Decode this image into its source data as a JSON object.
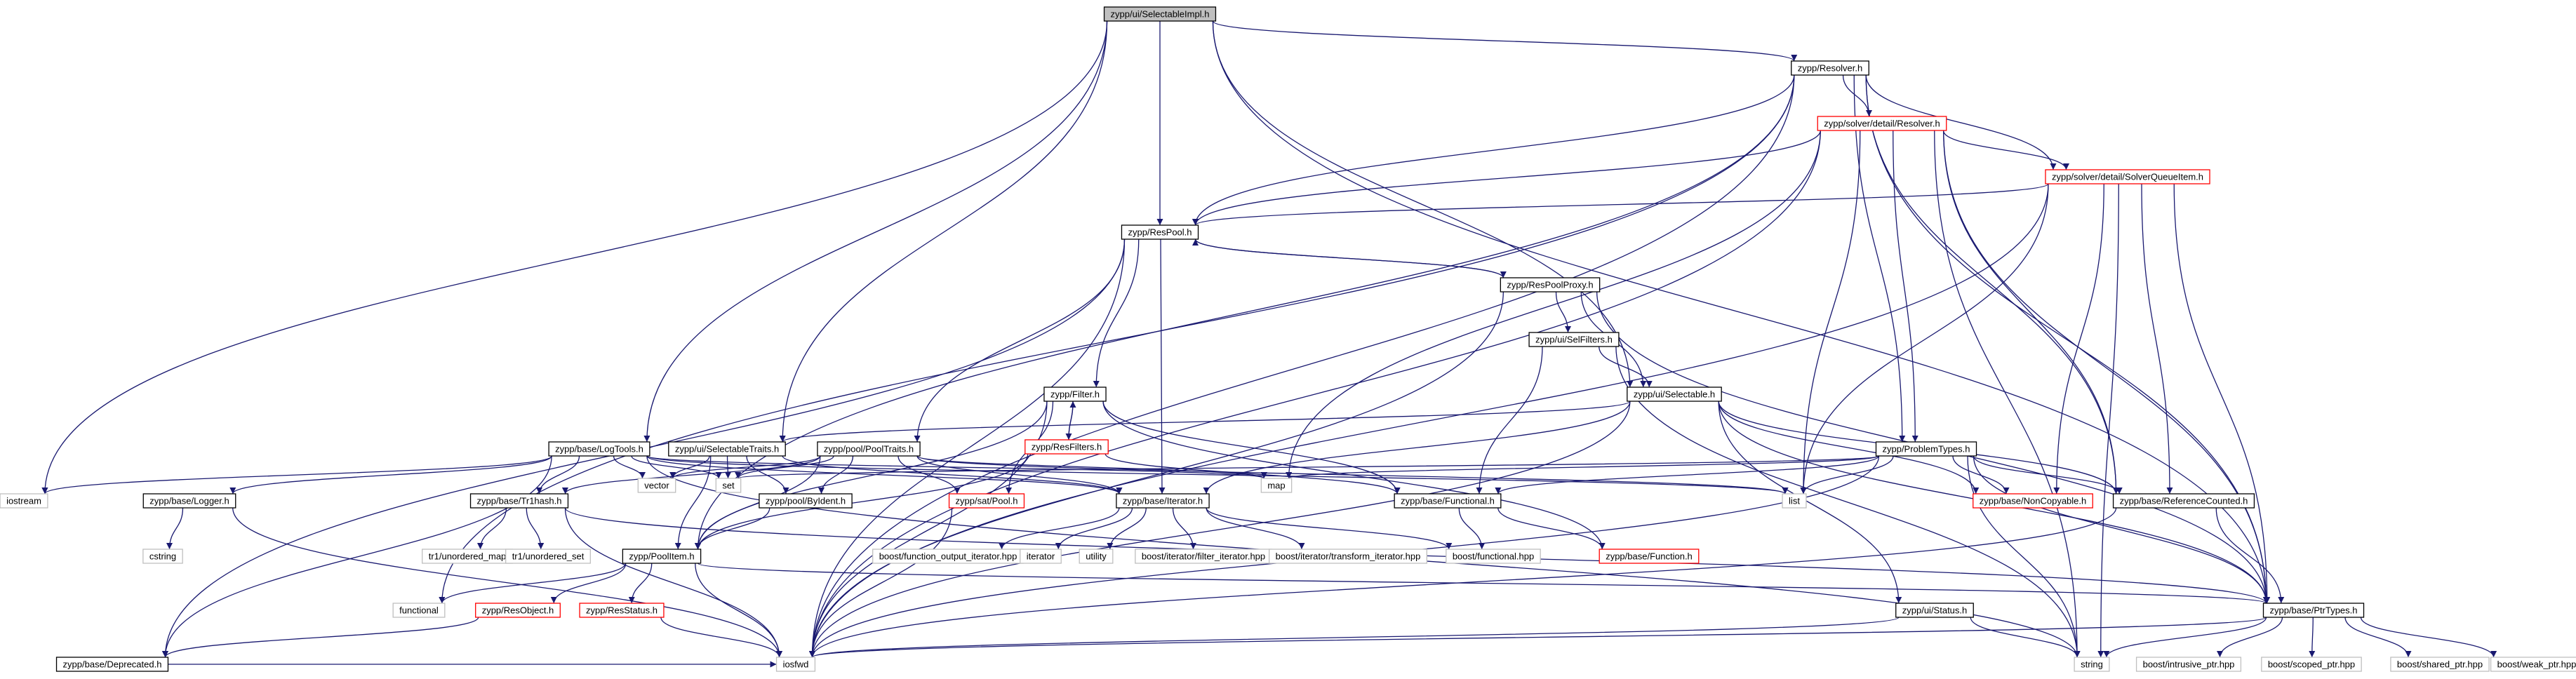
{
  "colors": {
    "edge": "#191970",
    "border_normal": "#000000",
    "border_truncated": "#ff0000",
    "border_external": "#bfbfbf",
    "fill_root": "#bfbfbf",
    "fill": "#ffffff"
  },
  "nodes": [
    {
      "id": "root",
      "label": "zypp/ui/SelectableImpl.h",
      "kind": "root"
    },
    {
      "id": "resolver",
      "label": "zypp/Resolver.h",
      "kind": "normal"
    },
    {
      "id": "detail_resolver",
      "label": "zypp/solver/detail/Resolver.h",
      "kind": "truncated"
    },
    {
      "id": "sqi",
      "label": "zypp/solver/detail/SolverQueueItem.h",
      "kind": "truncated"
    },
    {
      "id": "respool",
      "label": "zypp/ResPool.h",
      "kind": "normal"
    },
    {
      "id": "respoolproxy",
      "label": "zypp/ResPoolProxy.h",
      "kind": "normal"
    },
    {
      "id": "selfilters",
      "label": "zypp/ui/SelFilters.h",
      "kind": "normal"
    },
    {
      "id": "selectable",
      "label": "zypp/ui/Selectable.h",
      "kind": "normal"
    },
    {
      "id": "filter",
      "label": "zypp/Filter.h",
      "kind": "normal"
    },
    {
      "id": "resfilters",
      "label": "zypp/ResFilters.h",
      "kind": "truncated"
    },
    {
      "id": "logtools",
      "label": "zypp/base/LogTools.h",
      "kind": "normal"
    },
    {
      "id": "seltraits",
      "label": "zypp/ui/SelectableTraits.h",
      "kind": "normal"
    },
    {
      "id": "pooltraits",
      "label": "zypp/pool/PoolTraits.h",
      "kind": "normal"
    },
    {
      "id": "problemtypes",
      "label": "zypp/ProblemTypes.h",
      "kind": "normal"
    },
    {
      "id": "iostream",
      "label": "iostream",
      "kind": "external"
    },
    {
      "id": "logger",
      "label": "zypp/base/Logger.h",
      "kind": "normal"
    },
    {
      "id": "trhash",
      "label": "zypp/base/Tr1hash.h",
      "kind": "normal"
    },
    {
      "id": "vector",
      "label": "vector",
      "kind": "external"
    },
    {
      "id": "set",
      "label": "set",
      "kind": "external"
    },
    {
      "id": "byident",
      "label": "zypp/pool/ByIdent.h",
      "kind": "normal"
    },
    {
      "id": "satpool",
      "label": "zypp/sat/Pool.h",
      "kind": "truncated"
    },
    {
      "id": "iterator_h",
      "label": "zypp/base/Iterator.h",
      "kind": "normal"
    },
    {
      "id": "map",
      "label": "map",
      "kind": "external"
    },
    {
      "id": "functional_h",
      "label": "zypp/base/Functional.h",
      "kind": "normal"
    },
    {
      "id": "list",
      "label": "list",
      "kind": "external"
    },
    {
      "id": "noncopyable",
      "label": "zypp/base/NonCopyable.h",
      "kind": "truncated"
    },
    {
      "id": "refcounted",
      "label": "zypp/base/ReferenceCounted.h",
      "kind": "normal"
    },
    {
      "id": "cstring",
      "label": "cstring",
      "kind": "external"
    },
    {
      "id": "unordered_map",
      "label": "tr1/unordered_map",
      "kind": "external"
    },
    {
      "id": "unordered_set",
      "label": "tr1/unordered_set",
      "kind": "external"
    },
    {
      "id": "poolitem",
      "label": "zypp/PoolItem.h",
      "kind": "normal"
    },
    {
      "id": "bfoi",
      "label": "boost/function_output_iterator.hpp",
      "kind": "external"
    },
    {
      "id": "iterator",
      "label": "iterator",
      "kind": "external"
    },
    {
      "id": "utility",
      "label": "utility",
      "kind": "external"
    },
    {
      "id": "bfilter",
      "label": "boost/iterator/filter_iterator.hpp",
      "kind": "external"
    },
    {
      "id": "btransform",
      "label": "boost/iterator/transform_iterator.hpp",
      "kind": "external"
    },
    {
      "id": "bfunctional",
      "label": "boost/functional.hpp",
      "kind": "external"
    },
    {
      "id": "function_h",
      "label": "zypp/base/Function.h",
      "kind": "truncated"
    },
    {
      "id": "functional",
      "label": "functional",
      "kind": "external"
    },
    {
      "id": "resobject",
      "label": "zypp/ResObject.h",
      "kind": "truncated"
    },
    {
      "id": "resstatus",
      "label": "zypp/ResStatus.h",
      "kind": "truncated"
    },
    {
      "id": "status",
      "label": "zypp/ui/Status.h",
      "kind": "normal"
    },
    {
      "id": "ptrtypes",
      "label": "zypp/base/PtrTypes.h",
      "kind": "normal"
    },
    {
      "id": "deprecated",
      "label": "zypp/base/Deprecated.h",
      "kind": "normal"
    },
    {
      "id": "iosfwd",
      "label": "iosfwd",
      "kind": "external"
    },
    {
      "id": "string",
      "label": "string",
      "kind": "external"
    },
    {
      "id": "bintrusive",
      "label": "boost/intrusive_ptr.hpp",
      "kind": "external"
    },
    {
      "id": "bscoped",
      "label": "boost/scoped_ptr.hpp",
      "kind": "external"
    },
    {
      "id": "bshared",
      "label": "boost/shared_ptr.hpp",
      "kind": "external"
    },
    {
      "id": "bweak",
      "label": "boost/weak_ptr.hpp",
      "kind": "external"
    }
  ],
  "edges": [
    [
      "root",
      "resolver"
    ],
    [
      "root",
      "respool"
    ],
    [
      "root",
      "selectable"
    ],
    [
      "root",
      "logtools"
    ],
    [
      "root",
      "seltraits"
    ],
    [
      "root",
      "iostream"
    ],
    [
      "root",
      "ptrtypes"
    ],
    [
      "resolver",
      "detail_resolver"
    ],
    [
      "resolver",
      "sqi"
    ],
    [
      "resolver",
      "respool"
    ],
    [
      "resolver",
      "problemtypes"
    ],
    [
      "resolver",
      "ptrtypes"
    ],
    [
      "resolver",
      "refcounted"
    ],
    [
      "resolver",
      "iosfwd"
    ],
    [
      "resolver",
      "functional"
    ],
    [
      "resolver",
      "poolitem"
    ],
    [
      "detail_resolver",
      "sqi"
    ],
    [
      "detail_resolver",
      "respool"
    ],
    [
      "detail_resolver",
      "problemtypes"
    ],
    [
      "detail_resolver",
      "ptrtypes"
    ],
    [
      "detail_resolver",
      "refcounted"
    ],
    [
      "detail_resolver",
      "list"
    ],
    [
      "detail_resolver",
      "map"
    ],
    [
      "detail_resolver",
      "iosfwd"
    ],
    [
      "detail_resolver",
      "string"
    ],
    [
      "sqi",
      "respool"
    ],
    [
      "sqi",
      "ptrtypes"
    ],
    [
      "sqi",
      "refcounted"
    ],
    [
      "sqi",
      "noncopyable"
    ],
    [
      "sqi",
      "list"
    ],
    [
      "sqi",
      "iosfwd"
    ],
    [
      "sqi",
      "string"
    ],
    [
      "respool",
      "respoolproxy"
    ],
    [
      "respool",
      "filter"
    ],
    [
      "respool",
      "pooltraits"
    ],
    [
      "respool",
      "iterator_h"
    ],
    [
      "respool",
      "deprecated"
    ],
    [
      "respool",
      "iosfwd"
    ],
    [
      "respoolproxy",
      "respool"
    ],
    [
      "respoolproxy",
      "selfilters"
    ],
    [
      "respoolproxy",
      "selectable"
    ],
    [
      "respoolproxy",
      "ptrtypes"
    ],
    [
      "respoolproxy",
      "iosfwd"
    ],
    [
      "selfilters",
      "selectable"
    ],
    [
      "selfilters",
      "functional_h"
    ],
    [
      "selfilters",
      "string"
    ],
    [
      "selectable",
      "seltraits"
    ],
    [
      "selectable",
      "iterator_h"
    ],
    [
      "selectable",
      "status"
    ],
    [
      "selectable",
      "ptrtypes"
    ],
    [
      "selectable",
      "refcounted"
    ],
    [
      "selectable",
      "noncopyable"
    ],
    [
      "selectable",
      "iosfwd"
    ],
    [
      "filter",
      "resfilters"
    ],
    [
      "filter",
      "functional_h"
    ],
    [
      "filter",
      "satpool"
    ],
    [
      "filter",
      "poolitem"
    ],
    [
      "filter",
      "function_h"
    ],
    [
      "filter",
      "iosfwd"
    ],
    [
      "resfilters",
      "filter"
    ],
    [
      "resfilters",
      "functional_h"
    ],
    [
      "resfilters",
      "poolitem"
    ],
    [
      "logtools",
      "iostream"
    ],
    [
      "logtools",
      "logger"
    ],
    [
      "logtools",
      "trhash"
    ],
    [
      "logtools",
      "vector"
    ],
    [
      "logtools",
      "set"
    ],
    [
      "logtools",
      "list"
    ],
    [
      "logtools",
      "map"
    ],
    [
      "logtools",
      "iterator_h"
    ],
    [
      "logtools",
      "deprecated"
    ],
    [
      "logtools",
      "string"
    ],
    [
      "seltraits",
      "set"
    ],
    [
      "seltraits",
      "vector"
    ],
    [
      "seltraits",
      "byident"
    ],
    [
      "seltraits",
      "iterator_h"
    ],
    [
      "seltraits",
      "poolitem"
    ],
    [
      "pooltraits",
      "set"
    ],
    [
      "pooltraits",
      "vector"
    ],
    [
      "pooltraits",
      "list"
    ],
    [
      "pooltraits",
      "map"
    ],
    [
      "pooltraits",
      "byident"
    ],
    [
      "pooltraits",
      "satpool"
    ],
    [
      "pooltraits",
      "iterator_h"
    ],
    [
      "pooltraits",
      "poolitem"
    ],
    [
      "pooltraits",
      "trhash"
    ],
    [
      "problemtypes",
      "list"
    ],
    [
      "problemtypes",
      "map"
    ],
    [
      "problemtypes",
      "set"
    ],
    [
      "problemtypes",
      "functional_h"
    ],
    [
      "problemtypes",
      "refcounted"
    ],
    [
      "problemtypes",
      "noncopyable"
    ],
    [
      "problemtypes",
      "ptrtypes"
    ],
    [
      "problemtypes",
      "iosfwd"
    ],
    [
      "problemtypes",
      "string"
    ],
    [
      "logger",
      "cstring"
    ],
    [
      "logger",
      "iosfwd"
    ],
    [
      "trhash",
      "unordered_map"
    ],
    [
      "trhash",
      "unordered_set"
    ],
    [
      "trhash",
      "iosfwd"
    ],
    [
      "trhash",
      "ptrtypes"
    ],
    [
      "byident",
      "poolitem"
    ],
    [
      "satpool",
      "iosfwd"
    ],
    [
      "iterator_h",
      "bfoi"
    ],
    [
      "iterator_h",
      "iterator"
    ],
    [
      "iterator_h",
      "utility"
    ],
    [
      "iterator_h",
      "bfilter"
    ],
    [
      "iterator_h",
      "btransform"
    ],
    [
      "iterator_h",
      "bfunctional"
    ],
    [
      "functional_h",
      "bfunctional"
    ],
    [
      "functional_h",
      "function_h"
    ],
    [
      "refcounted",
      "ptrtypes"
    ],
    [
      "refcounted",
      "iosfwd"
    ],
    [
      "poolitem",
      "functional"
    ],
    [
      "poolitem",
      "resobject"
    ],
    [
      "poolitem",
      "resstatus"
    ],
    [
      "poolitem",
      "ptrtypes"
    ],
    [
      "poolitem",
      "iosfwd"
    ],
    [
      "resobject",
      "deprecated"
    ],
    [
      "resstatus",
      "iosfwd"
    ],
    [
      "status",
      "iosfwd"
    ],
    [
      "status",
      "string"
    ],
    [
      "ptrtypes",
      "string"
    ],
    [
      "ptrtypes",
      "iosfwd"
    ],
    [
      "ptrtypes",
      "bintrusive"
    ],
    [
      "ptrtypes",
      "bscoped"
    ],
    [
      "ptrtypes",
      "bshared"
    ],
    [
      "ptrtypes",
      "bweak"
    ],
    [
      "deprecated",
      "iosfwd"
    ]
  ]
}
